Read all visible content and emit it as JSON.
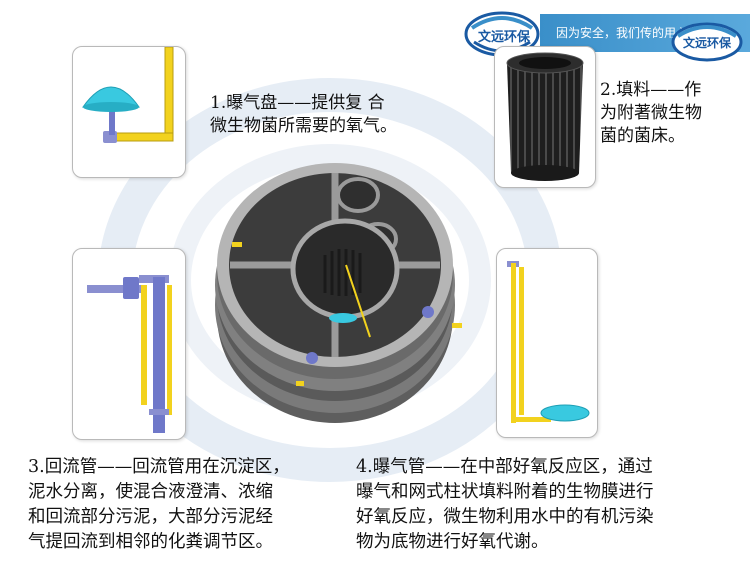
{
  "header": {
    "logo_text": "文远环保",
    "slogan": "因为安全，我们传的用心"
  },
  "items": [
    {
      "lines": [
        "1.曝气盘——提供复 合",
        "微生物菌所需要的氧气。"
      ]
    },
    {
      "lines": [
        "2.填料——作",
        "为附著微生物",
        "菌的菌床。"
      ]
    },
    {
      "lines": [
        "3.回流管——回流管用在沉淀区，",
        "泥水分离，使混合液澄清、浓缩",
        "和回流部分污泥，大部分污泥经",
        "气提回流到相邻的化粪调节区。"
      ]
    },
    {
      "lines": [
        "4.曝气管——在中部好氧反应区，通过",
        "曝气和网式柱状填料附着的生物膜进行",
        "好氧反应，微生物利用水中的有机污染",
        "物为底物进行好氧代谢。"
      ]
    }
  ],
  "icons": {
    "aeration_disc": "aeration-disc-icon",
    "filler": "filler-icon",
    "return_pipe": "return-pipe-icon",
    "aeration_pipe": "aeration-pipe-icon",
    "tank": "septic-tank-icon"
  },
  "colors": {
    "brand_blue": "#1a5aa3",
    "header_bar": "#3a8fc9",
    "pipe_yellow": "#f2d21e",
    "pipe_blue": "#6f78c9",
    "disc_cyan": "#39c9e0"
  }
}
